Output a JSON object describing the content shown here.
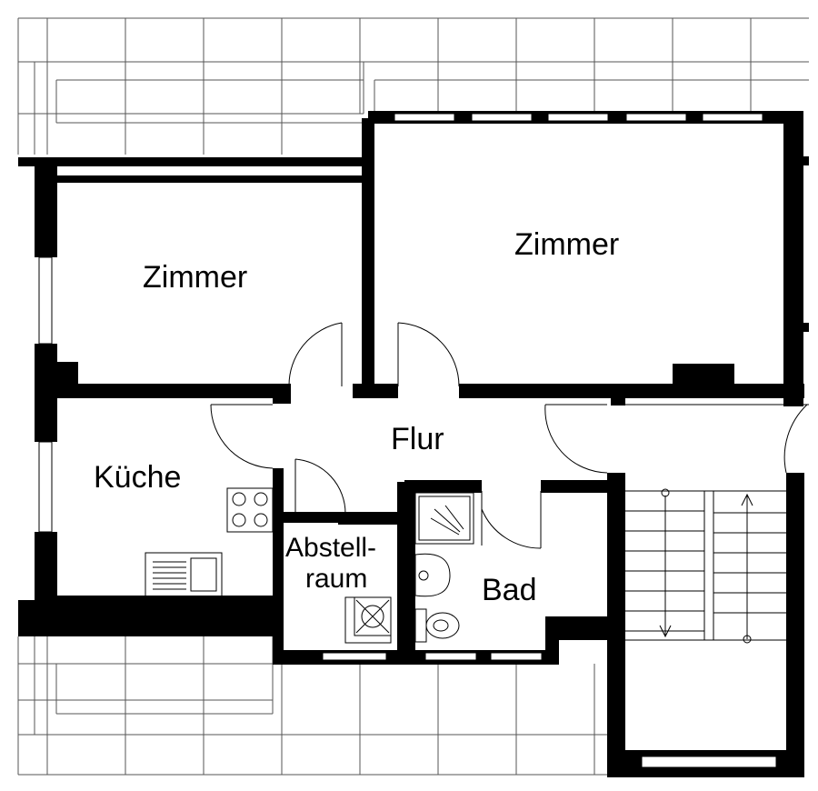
{
  "plan": {
    "rooms": {
      "zimmer_left": "Zimmer",
      "zimmer_right": "Zimmer",
      "flur": "Flur",
      "kueche": "Küche",
      "abstellraum_line1": "Abstell-",
      "abstellraum_line2": "raum",
      "bad": "Bad"
    }
  }
}
